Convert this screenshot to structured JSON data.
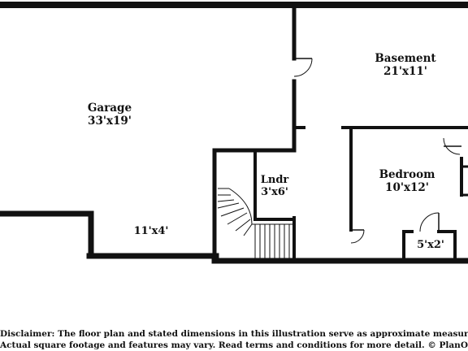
{
  "rooms": {
    "garage": {
      "name": "Garage",
      "size": "33'x19'"
    },
    "basement": {
      "name": "Basement",
      "size": "21'x11'"
    },
    "laundry": {
      "name": "Lndr",
      "size": "3'x6'"
    },
    "bedroom": {
      "name": "Bedroom",
      "size": "10'x12'"
    },
    "garage_nook": {
      "size": "11'x4'"
    },
    "closet": {
      "size": "5'x2'"
    }
  },
  "disclaimer": {
    "line1": "Disclaimer: The floor plan and stated dimensions in this illustration serve as approximate measurements.",
    "line2": "Actual square footage and features may vary. Read terms and conditions for more detail. © PlanOmatic"
  },
  "colors": {
    "wall": "#111111",
    "background": "#ffffff"
  }
}
